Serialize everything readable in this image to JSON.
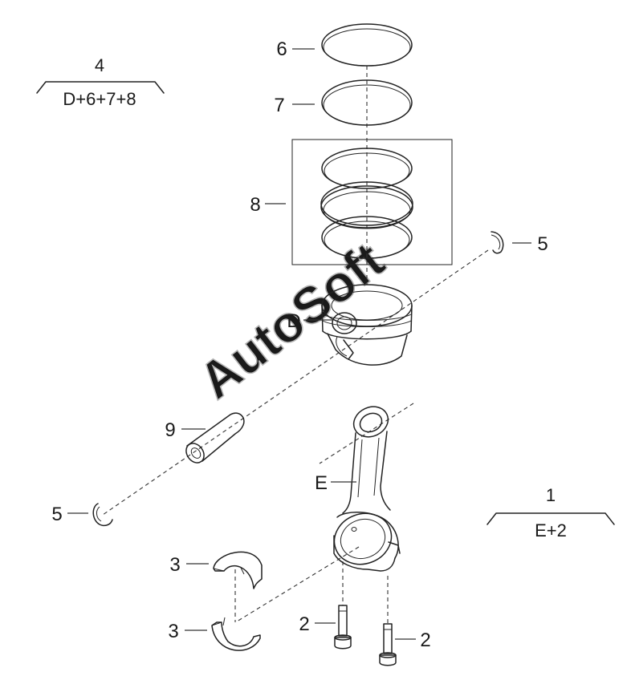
{
  "watermark": "AutoSoft",
  "kits": [
    {
      "number": "4",
      "contents": "D+6+7+8"
    },
    {
      "number": "1",
      "contents": "E+2"
    }
  ],
  "callouts": {
    "c6": "6",
    "c7": "7",
    "c8": "8",
    "c5_upper": "5",
    "c5_lower": "5",
    "cD": "D",
    "c9": "9",
    "cE": "E",
    "c3_upper": "3",
    "c3_lower": "3",
    "c2_left": "2",
    "c2_right": "2"
  }
}
